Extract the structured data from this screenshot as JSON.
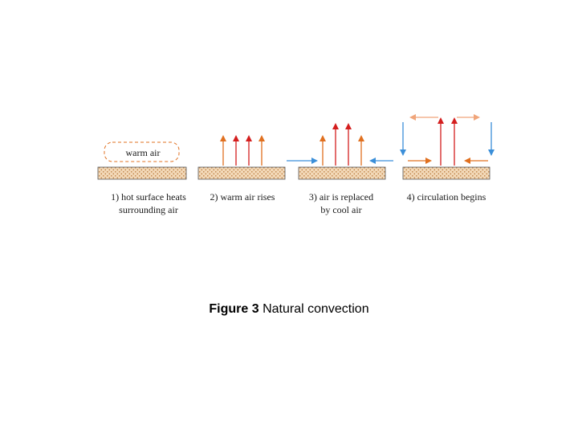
{
  "figure": {
    "caption_label": "Figure 3",
    "caption_text": "Natural convection"
  },
  "panels": [
    {
      "label_line1": "1) hot surface heats",
      "label_line2": "surrounding air",
      "bubble_text": "warm air"
    },
    {
      "label_line1": "2) warm air rises",
      "label_line2": ""
    },
    {
      "label_line1": "3) air is replaced",
      "label_line2": "by cool air"
    },
    {
      "label_line1": "4) circulation begins",
      "label_line2": ""
    }
  ],
  "colors": {
    "surface_fill": "#f3d9b8",
    "surface_dots": "#b97a3e",
    "warm_arrow": "#e07020",
    "hot_arrow": "#d41e1e",
    "cool_arrow": "#3b8fd9",
    "faded_arrow": "#f0a57a",
    "bubble_stroke": "#e07020"
  }
}
